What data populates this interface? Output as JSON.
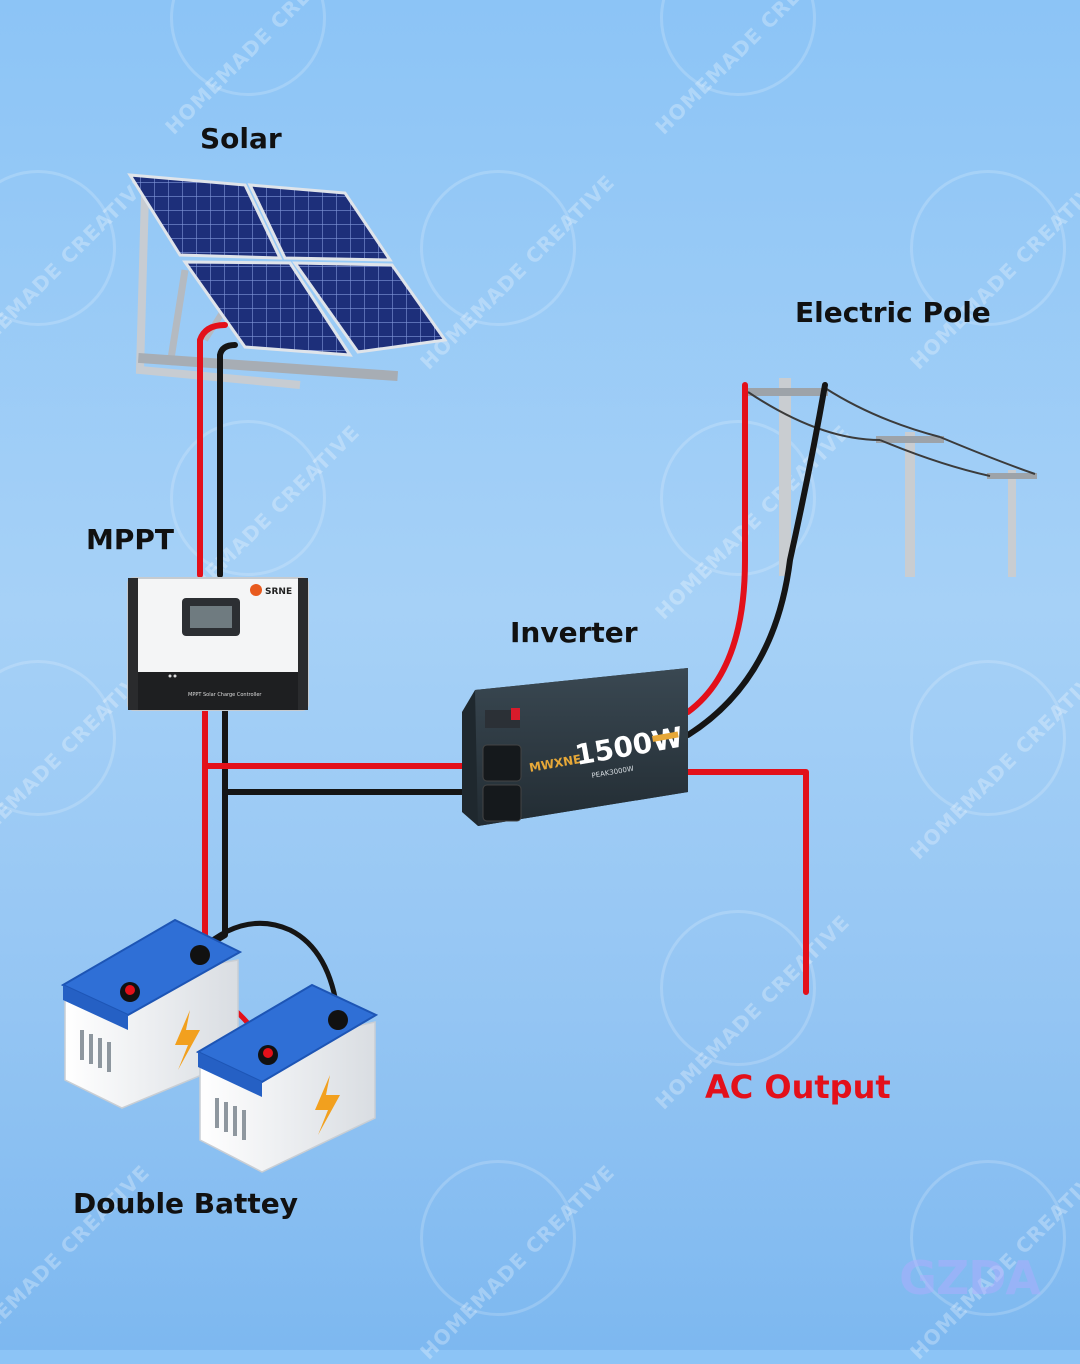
{
  "labels": {
    "solar": "Solar",
    "electric_pole": "Electric Pole",
    "mppt": "MPPT",
    "inverter": "Inverter",
    "ac_output": "AC Output",
    "battery": "Double Battey"
  },
  "devices": {
    "mppt_brand": "SRNE",
    "mppt_caption": "MPPT Solar Charge Controller",
    "inverter_brand": "MWXNE",
    "inverter_power": "1500W",
    "inverter_peak": "PEAK3000W"
  },
  "watermark": "HOMEMADE CREATIVE",
  "corner_logo": "GZDA",
  "colors": {
    "positive_wire": "#e3101a",
    "negative_wire": "#151515",
    "ac_output_text": "#e3101a",
    "battery_top": "#2f6fd6",
    "panel_cell": "#1d2f7a",
    "inverter_body": "#2d3a44"
  }
}
